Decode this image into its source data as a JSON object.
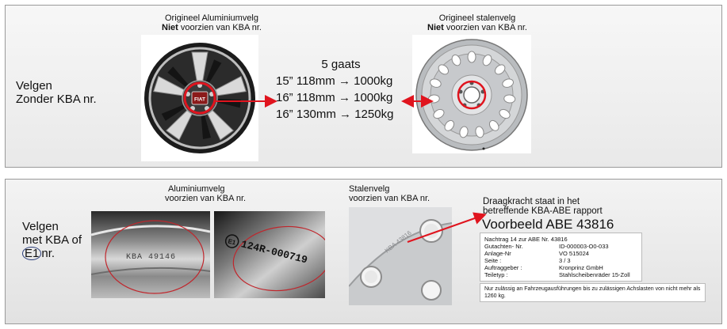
{
  "top": {
    "left_label_line1": "Velgen",
    "left_label_line2": "Zonder KBA nr.",
    "alu_caption_line1": "Origineel Aluminiumvelg",
    "alu_caption_bold": "Niet",
    "alu_caption_rest": " voorzien van KBA nr.",
    "steel_caption_line1": "Origineel stalenvelg",
    "steel_caption_bold": "Niet",
    "steel_caption_rest": " voorzien van KBA nr.",
    "bolt_title": "5 gaats",
    "specs": [
      {
        "size": "15” 118mm",
        "load": "1000kg"
      },
      {
        "size": "16” 118mm",
        "load": "1000kg"
      },
      {
        "size": "16” 130mm",
        "load": "1250kg"
      }
    ],
    "arrow_glyph": "→",
    "logo_text": "FIAT"
  },
  "bottom": {
    "left_label_line1": "Velgen",
    "left_label_line2": "met KBA of",
    "left_label_e1": "E1",
    "left_label_line3_rest": "nr.",
    "alu_caption_line1": "Aluminiumvelg",
    "alu_caption_line2": "voorzien van KBA nr.",
    "alu_stamp_1": "KBA 49146",
    "alu_stamp_2_badge": "E1",
    "alu_stamp_2": "124R-000719",
    "steel_caption_line1": "Stalenvelg",
    "steel_caption_line2": "voorzien van KBA nr.",
    "steel_stamp": "KBA 43816",
    "note_line1": "Draagkracht staat in het",
    "note_line2": "betreffende  KBA-ABE rapport",
    "example_title": "Voorbeeld ABE 43816",
    "doc_header": "Nachtrag 14 zur ABE Nr. 43816",
    "doc_rows": [
      {
        "k": "Gutachten- Nr.",
        "v": "ID-000003-O0-033"
      },
      {
        "k": "Anlage-Nr",
        "v": "VO 515024"
      },
      {
        "k": "Seite :",
        "v": "3 / 3"
      },
      {
        "k": "Auftraggeber :",
        "v": "Kronprinz GmbH"
      },
      {
        "k": "Teiletyp :",
        "v": "Stahlscheibenräder 15-Zoll"
      }
    ],
    "doc_footer": "Nur zulässig an Fahrzeugausführungen bis zu zulässigen Achslasten von nicht mehr als 1260 kg."
  },
  "colors": {
    "accent_red": "#e0141e",
    "e1_circle": "#2a3d7a"
  }
}
